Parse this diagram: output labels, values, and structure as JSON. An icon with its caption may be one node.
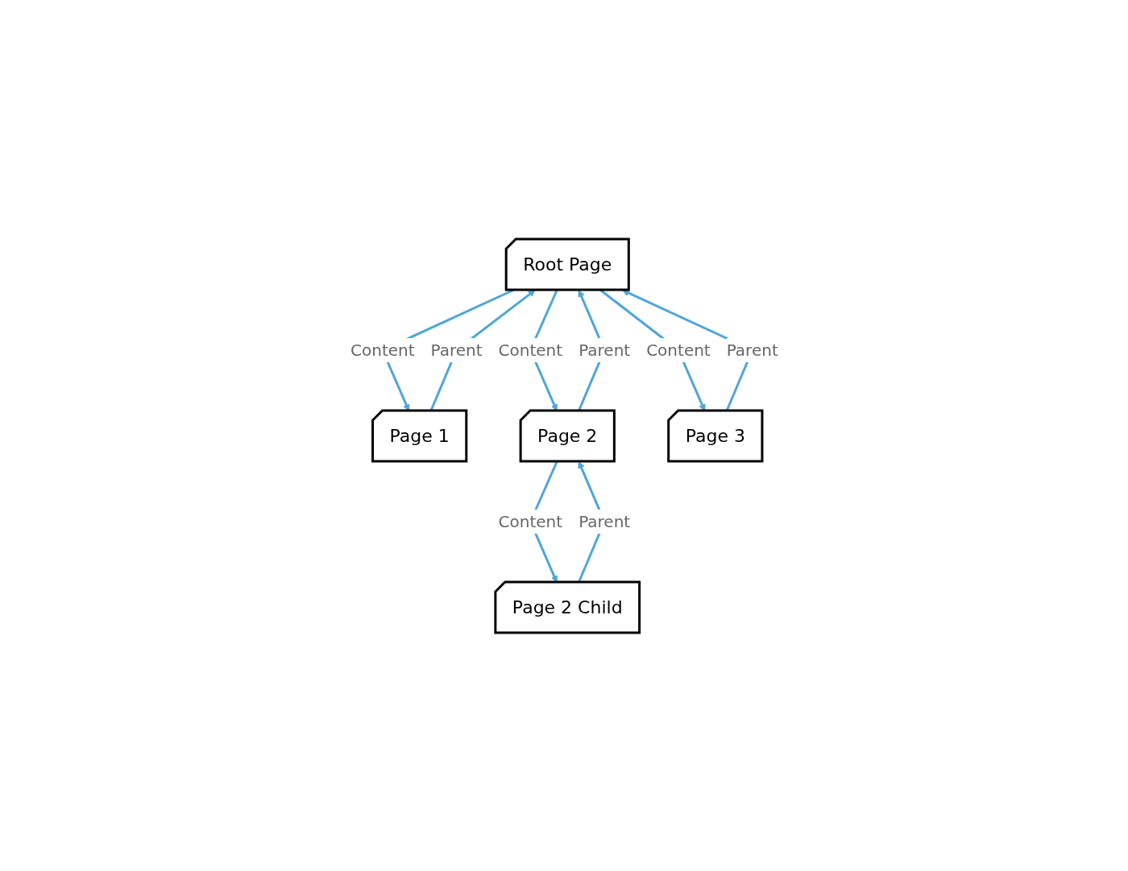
{
  "diagram": {
    "nodes": [
      {
        "text": [
          "Root Page"
        ]
      },
      {
        "text": [
          "Page 1"
        ]
      },
      {
        "text": [
          "Page 2"
        ]
      },
      {
        "text": [
          "Page 3"
        ]
      },
      {
        "text": [
          "Page 2 Child"
        ]
      }
    ],
    "edges": [
      {
        "from": 0,
        "to": 1,
        "label": "Content",
        "arrow": "to"
      },
      {
        "from": 1,
        "to": 0,
        "label": "Parent",
        "arrow": "to"
      },
      {
        "from": 0,
        "to": 2,
        "label": "Content",
        "arrow": "to"
      },
      {
        "from": 2,
        "to": 0,
        "label": "Parent",
        "arrow": "to"
      },
      {
        "from": 0,
        "to": 3,
        "label": "Content",
        "arrow": "to"
      },
      {
        "from": 3,
        "to": 0,
        "label": "Parent",
        "arrow": "to"
      },
      {
        "from": 2,
        "to": 4,
        "label": "Content",
        "arrow": "to"
      },
      {
        "from": 4,
        "to": 2,
        "label": "Parent",
        "arrow": "to"
      }
    ]
  }
}
